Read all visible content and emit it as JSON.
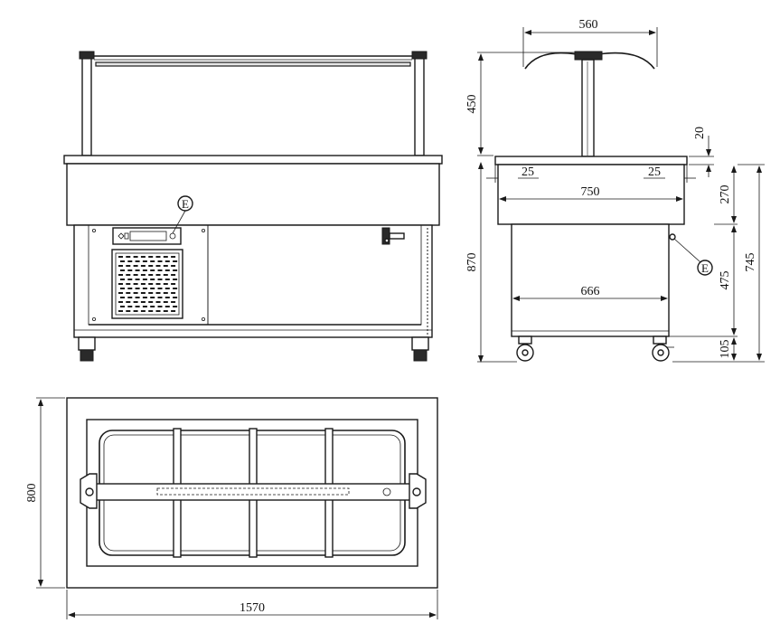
{
  "dimensions": {
    "hood_width": "560",
    "hood_height": "450",
    "top_thickness": "20",
    "edge_left": "25",
    "edge_right": "25",
    "tank_width": "750",
    "tank_depth": "270",
    "total_height": "870",
    "lower_height": "745",
    "cabinet_height": "475",
    "cabinet_width": "666",
    "wheel_height": "105",
    "plan_depth": "800",
    "plan_length": "1570"
  },
  "callouts": {
    "front_component": "E",
    "side_component": "E"
  },
  "colors": {
    "line": "#1a1a1a",
    "background": "#ffffff"
  }
}
